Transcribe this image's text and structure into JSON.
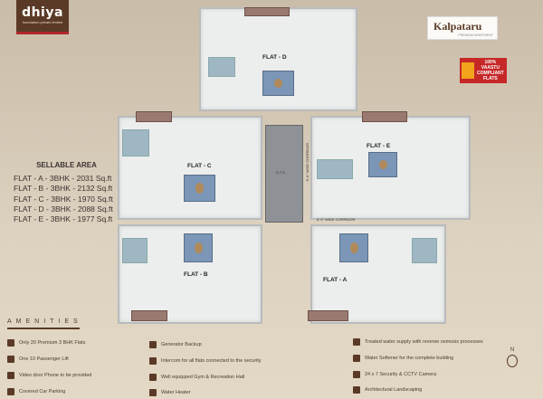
{
  "brand": {
    "logo": "dhiya",
    "logo_tagline": "foundation private limited",
    "project_logo": "Kalpataru",
    "project_tagline": "PREMIUM APARTMENT",
    "vaastu_badge": [
      "100%",
      "VAASTU",
      "COMPLIANT",
      "FLATS"
    ]
  },
  "sellable_area": {
    "title": "SELLABLE AREA",
    "items": [
      "FLAT - A - 3BHK - 2031 Sq.ft",
      "FLAT - B - 3BHK - 2132 Sq.ft",
      "FLAT - C - 3BHK - 1970 Sq.ft",
      "FLAT - D - 3BHK - 2088 Sq.ft",
      "FLAT - E - 3BHK - 1977 Sq.ft"
    ]
  },
  "plan": {
    "flats": {
      "a": "FLAT - A",
      "b": "FLAT - B",
      "c": "FLAT - C",
      "d": "FLAT - D",
      "e": "FLAT - E"
    },
    "corridor_v": "6'-0\" WIDE CORRIDOR",
    "corridor_h": "6'-0\" WIDE CORRIDOR",
    "ots": "O.T.S"
  },
  "amenities": {
    "title": "AMENITIES",
    "items": [
      "Only 20 Premium 3 BHK Flats",
      "One 10 Passenger Lift",
      "Video door Phone to be provided",
      "Covered Car Parking",
      "Generator Backup",
      "Intercom for all flats connected to the security",
      "Well equipped Gym & Recreation Hall",
      "Water Heater",
      "Treated water supply with reverse osmosis processes",
      "Water Softener for the complete building",
      "24 x 7 Security & CCTV Camera",
      "Architectural Landscaping"
    ]
  },
  "north": "N",
  "colors": {
    "brand_brown": "#5a3a26",
    "accent_red": "#c62828",
    "background": "#d8ccb8"
  }
}
